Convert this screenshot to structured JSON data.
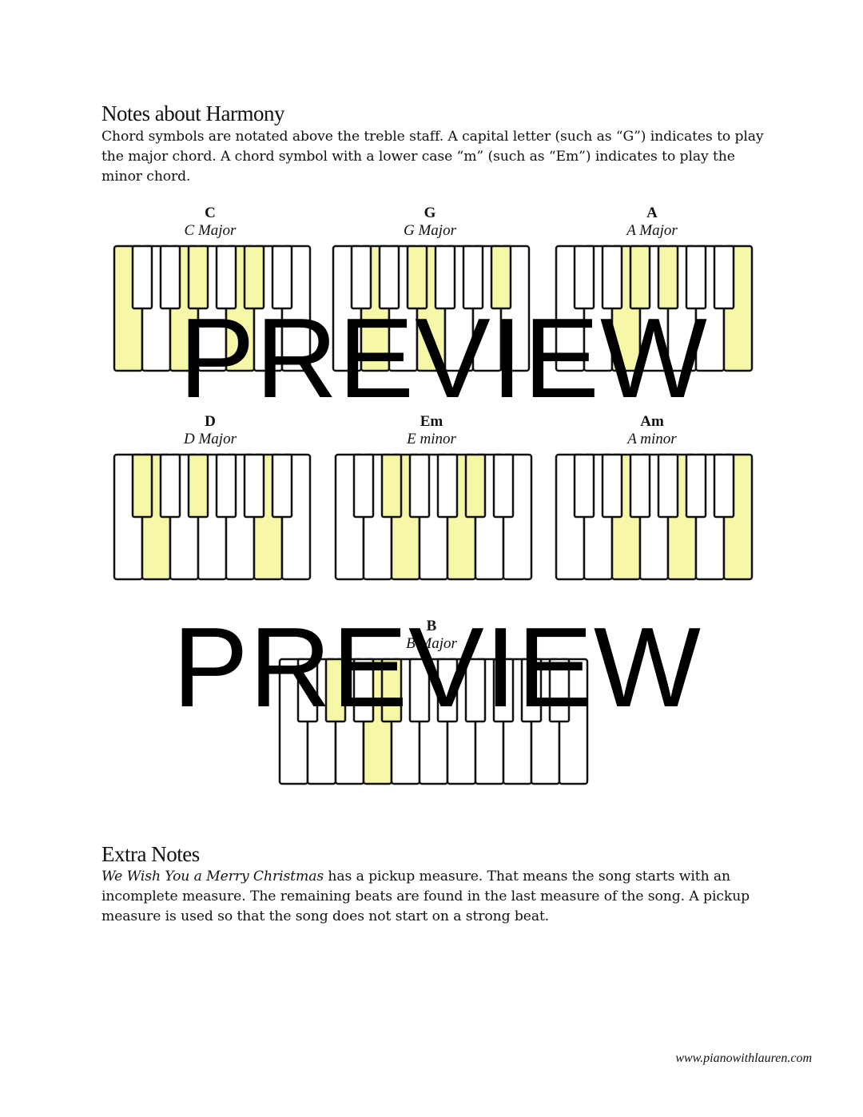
{
  "harmony": {
    "heading": "Notes about Harmony",
    "text": "Chord symbols are notated above the treble staff. A capital letter (such as “G”) indicates to play the major chord. A chord symbol with a lower case “m” (such as “Em”) indicates to play the minor chord."
  },
  "colors": {
    "highlight": "#f7f7a8",
    "key_white": "#ffffff",
    "key_black": "#ffffff",
    "outline": "#111111"
  },
  "chords": [
    {
      "symbol": "C",
      "name": "C Major",
      "highlight_white": [
        0,
        2,
        4
      ],
      "highlight_black": [
        2,
        4
      ]
    },
    {
      "symbol": "G",
      "name": "G Major",
      "highlight_white": [
        1,
        3
      ],
      "highlight_black": [
        2,
        5
      ]
    },
    {
      "symbol": "A",
      "name": "A Major",
      "highlight_white": [
        2,
        6
      ],
      "highlight_black": [
        2,
        3
      ]
    },
    {
      "symbol": "D",
      "name": "D Major",
      "highlight_white": [
        1,
        5
      ],
      "highlight_black": [
        0,
        2
      ]
    },
    {
      "symbol": "Em",
      "name": "E minor",
      "highlight_white": [
        2,
        4
      ],
      "highlight_black": [
        1,
        4
      ]
    },
    {
      "symbol": "Am",
      "name": "A minor",
      "highlight_white": [
        2,
        4,
        6
      ],
      "highlight_black": []
    },
    {
      "symbol": "B",
      "name": "B Major",
      "highlight_white": [
        3
      ],
      "highlight_black": [
        1,
        3
      ]
    }
  ],
  "watermark": {
    "text": "PREVIEW"
  },
  "extra": {
    "heading": "Extra Notes",
    "title_italic": "We Wish You a Merry Christmas",
    "text": " has a pickup measure. That means the song starts with an incomplete measure. The remaining beats are found in the last measure of the song. A pickup measure is used so that the song does not start on a strong beat."
  },
  "footer": {
    "url": "www.pianowithlauren.com"
  }
}
